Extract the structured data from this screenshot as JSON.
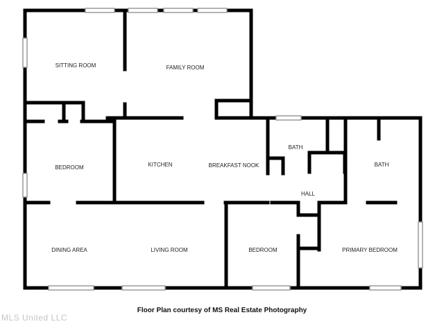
{
  "plan": {
    "rooms": [
      {
        "id": "sitting-room",
        "label": "SITTING ROOM"
      },
      {
        "id": "family-room",
        "label": "FAMILY ROOM"
      },
      {
        "id": "bath-1",
        "label": "BATH"
      },
      {
        "id": "bedroom-1",
        "label": "BEDROOM"
      },
      {
        "id": "kitchen",
        "label": "KITCHEN"
      },
      {
        "id": "breakfast-nook",
        "label": "BREAKFAST NOOK"
      },
      {
        "id": "bath-2",
        "label": "BATH"
      },
      {
        "id": "hall",
        "label": "HALL"
      },
      {
        "id": "dining-area",
        "label": "DINING AREA"
      },
      {
        "id": "living-room",
        "label": "LIVING ROOM"
      },
      {
        "id": "bedroom-2",
        "label": "BEDROOM"
      },
      {
        "id": "primary-bedroom",
        "label": "PRIMARY BEDROOM"
      }
    ]
  },
  "caption": "Floor Plan courtesy of MS Real Estate Photography",
  "watermark": "MLS United LLC",
  "colors": {
    "wall": "#000000",
    "window": "#9a9a9a",
    "background": "#ffffff"
  }
}
